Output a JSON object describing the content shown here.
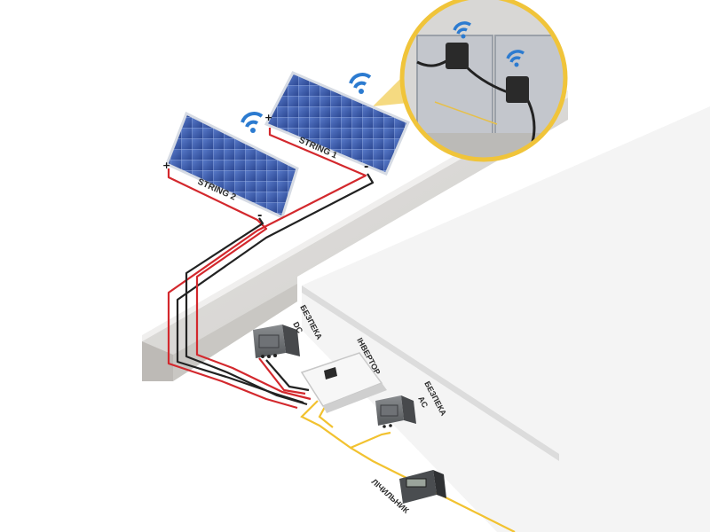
{
  "labels": {
    "string1": "STRING 1",
    "string2": "STRING 2",
    "plus": "+",
    "minus": "-",
    "dc_line1": "БЕЗПЕКА",
    "dc_line2": "DC",
    "inverter": "ІНВЕРТОР",
    "ac_line1": "БЕЗПЕКА",
    "ac_line2": "AC",
    "meter": "ЛІЧИЛЬНИК"
  },
  "colors": {
    "wall": "#d9d8d6",
    "wall_dark": "#a3a19e",
    "wall_top": "#eeeeee",
    "floor": "#f1f1f1",
    "panel": "#3c5aa6",
    "panel_frame": "#c9ced8",
    "wire_red": "#d3282d",
    "wire_black": "#222222",
    "wire_yellow": "#f2c230",
    "wifi": "#2c7bd0",
    "callout_ring": "#f0c43a"
  },
  "icons": [
    "wifi-icon",
    "inverter-display-icon",
    "meter-display-icon"
  ]
}
